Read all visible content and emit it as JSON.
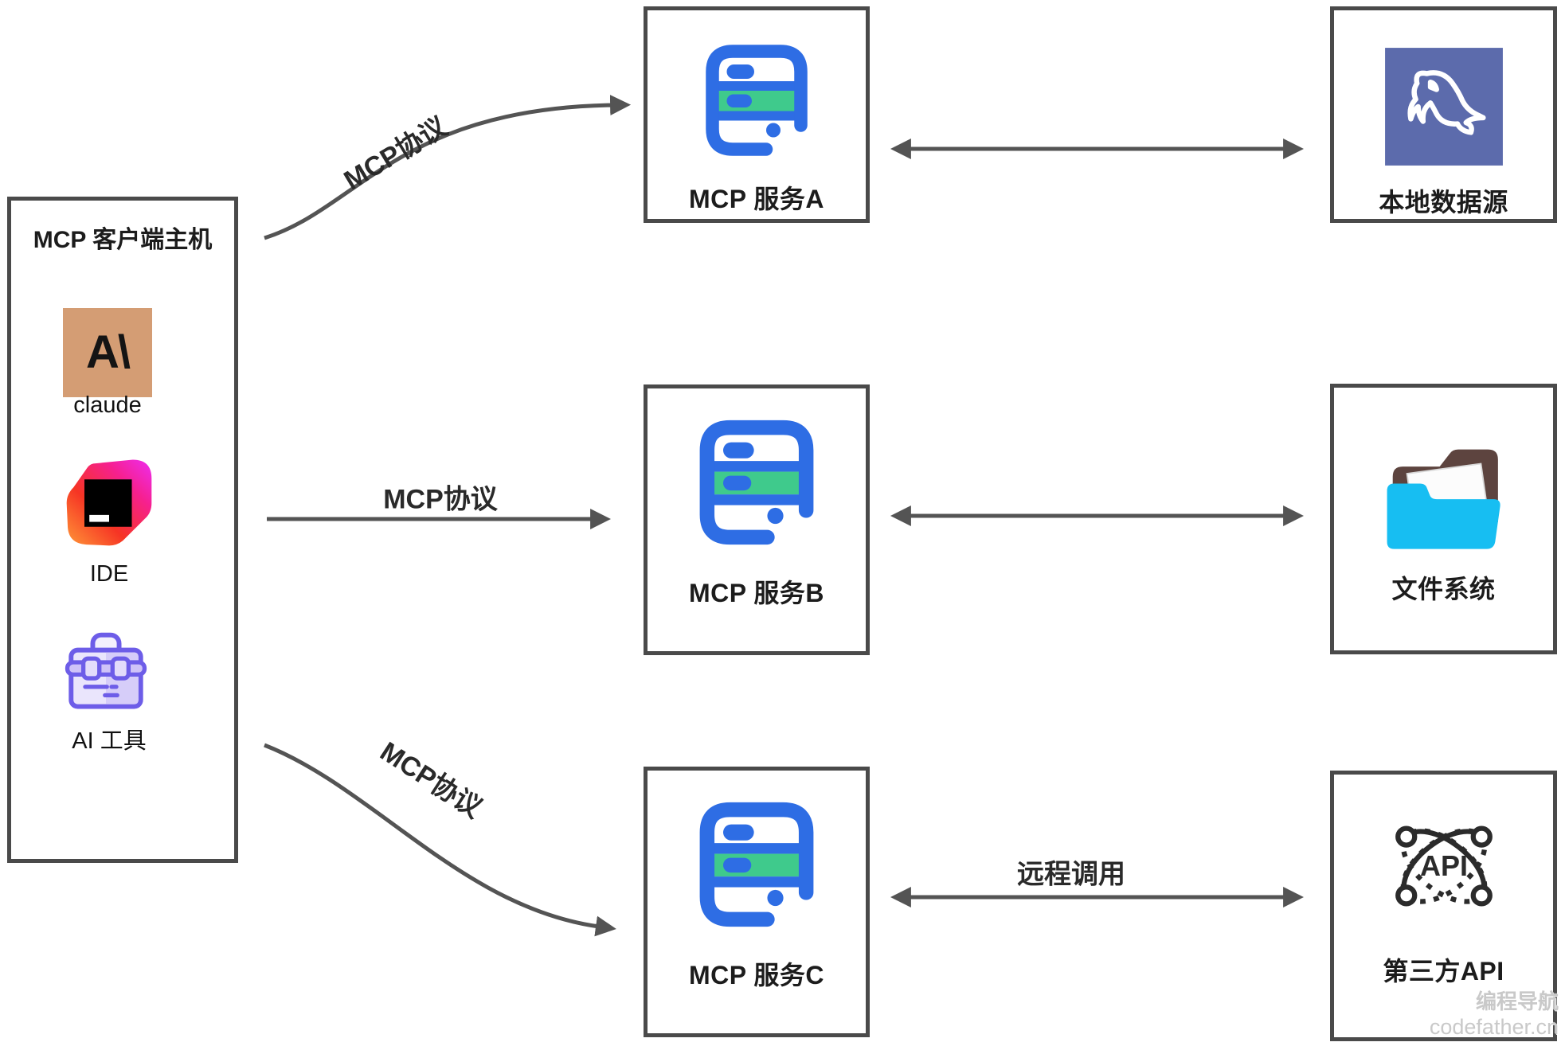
{
  "client": {
    "title": "MCP 客户端主机",
    "claude_glyph": "A\\",
    "items": [
      {
        "label": "claude",
        "icon": "claude-icon"
      },
      {
        "label": "IDE",
        "icon": "ide-icon"
      },
      {
        "label": "AI 工具",
        "icon": "toolbox-icon"
      }
    ]
  },
  "servers": [
    {
      "label": "MCP 服务A",
      "icon": "server-icon"
    },
    {
      "label": "MCP 服务B",
      "icon": "server-icon"
    },
    {
      "label": "MCP 服务C",
      "icon": "server-icon"
    }
  ],
  "resources": [
    {
      "label": "本地数据源",
      "icon": "mysql-dolphin-icon"
    },
    {
      "label": "文件系统",
      "icon": "open-folder-icon"
    },
    {
      "label": "第三方API",
      "icon": "api-network-icon",
      "icon_text": "API"
    }
  ],
  "edges": {
    "client_server_a": {
      "label": "MCP协议"
    },
    "client_server_b": {
      "label": "MCP协议"
    },
    "client_server_c": {
      "label": "MCP协议"
    },
    "server_c_api": {
      "label": "远程调用"
    }
  },
  "watermark": {
    "line1": "编程导航",
    "line2": "codefather.cn"
  },
  "colors": {
    "box_border": "#4a4a4a",
    "arrow": "#545454",
    "server_blue": "#2e6de4",
    "server_green": "#3fca8c",
    "mysql_bg": "#5c6bac",
    "folder_front": "#17bef2",
    "folder_back": "#5d443f",
    "toolbox_purple": "#6d5de8",
    "claude_bg": "#d49d74"
  }
}
